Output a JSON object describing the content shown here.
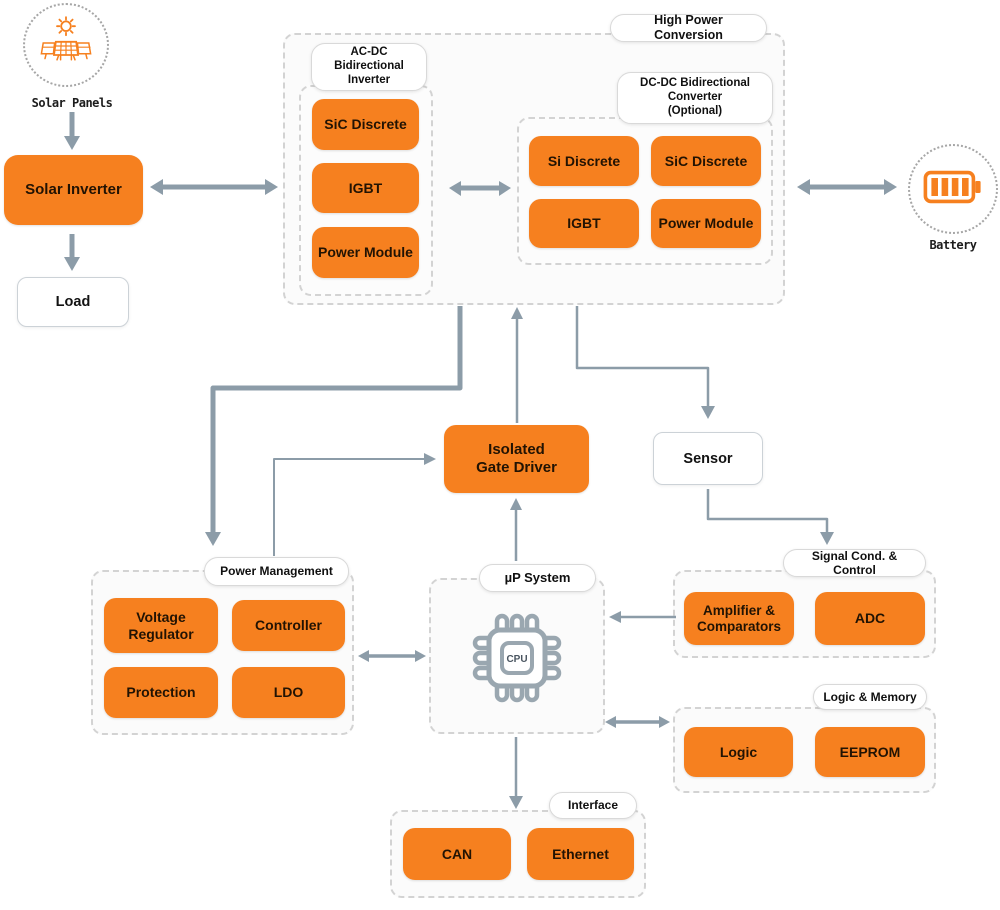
{
  "left": {
    "solar_panels_label": "Solar Panels",
    "solar_inverter": "Solar Inverter",
    "load": "Load"
  },
  "right": {
    "battery_label": "Battery"
  },
  "hpc": {
    "label": "High Power Conversion",
    "acdc": {
      "label": [
        "AC-DC",
        "Bidirectional",
        "Inverter"
      ],
      "boxes": [
        "SiC Discrete",
        "IGBT",
        "Power Module"
      ]
    },
    "dcdc": {
      "label": [
        "DC-DC Bidirectional",
        "Converter",
        "(Optional)"
      ],
      "boxes": [
        "Si Discrete",
        "SiC Discrete",
        "IGBT",
        "Power Module"
      ]
    }
  },
  "mid": {
    "igd_line1": "Isolated",
    "igd_line2": "Gate Driver",
    "sensor": "Sensor"
  },
  "power_management": {
    "label": "Power Management",
    "boxes": [
      "Voltage Regulator",
      "Controller",
      "Protection",
      "LDO"
    ]
  },
  "up_system": {
    "label": "µP System",
    "cpu_label": "CPU"
  },
  "signal_cond": {
    "label": "Signal Cond. & Control",
    "boxes": [
      "Amplifier & Comparators",
      "ADC"
    ]
  },
  "logic_memory": {
    "label": "Logic & Memory",
    "boxes": [
      "Logic",
      "EEPROM"
    ]
  },
  "interface": {
    "label": "Interface",
    "boxes": [
      "CAN",
      "Ethernet"
    ]
  },
  "colors": {
    "orange": "#F6801F",
    "arrow_gray": "#8C9CA8",
    "dash_border": "#D3D3D3"
  }
}
